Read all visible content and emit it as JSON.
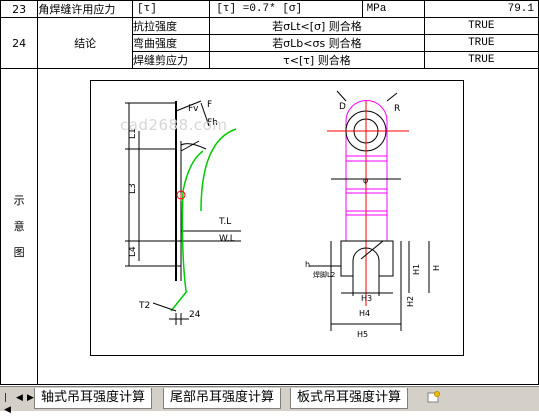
{
  "rows": {
    "r23": {
      "num": "23",
      "name": "角焊缝许用应力",
      "symbol": "[τ]",
      "formula": "[τ] =0.7* [σ]",
      "unit": "MPa",
      "value": "79.1"
    },
    "r24": {
      "num": "24",
      "name": "结论",
      "checks": [
        {
          "label": "抗拉强度",
          "formula": "若σLt<[σ] 则合格",
          "result": "TRUE"
        },
        {
          "label": "弯曲强度",
          "formula": "若σLb<σs 则合格",
          "result": "TRUE"
        },
        {
          "label": "焊缝剪应力",
          "formula": "τ<[τ] 则合格",
          "result": "TRUE"
        }
      ]
    }
  },
  "diagram_label": "示意图",
  "watermark": "cad2688.com",
  "drawing_labels": {
    "fv": "Fv",
    "f": "F",
    "fh": "Fh",
    "l1": "L1",
    "l3": "L3",
    "l4": "L4",
    "tl": "T.L",
    "wl": "W.L",
    "t2": "T2",
    "dim24": "24",
    "d": "D",
    "r": "R",
    "h": "h",
    "weld": "焊脚L2",
    "h1": "H1",
    "h2": "H2",
    "h3": "H3",
    "h4": "H4",
    "h5": "H5",
    "hh": "H"
  },
  "tabs": [
    {
      "label": "轴式吊耳强度计算",
      "active": false
    },
    {
      "label": "尾部吊耳强度计算",
      "active": false
    },
    {
      "label": "板式吊耳强度计算",
      "active": true
    }
  ],
  "colors": {
    "green": "#00cc00",
    "red": "#ff0000",
    "magenta": "#ff00ff",
    "tab_bar": "#d4d0c8"
  }
}
